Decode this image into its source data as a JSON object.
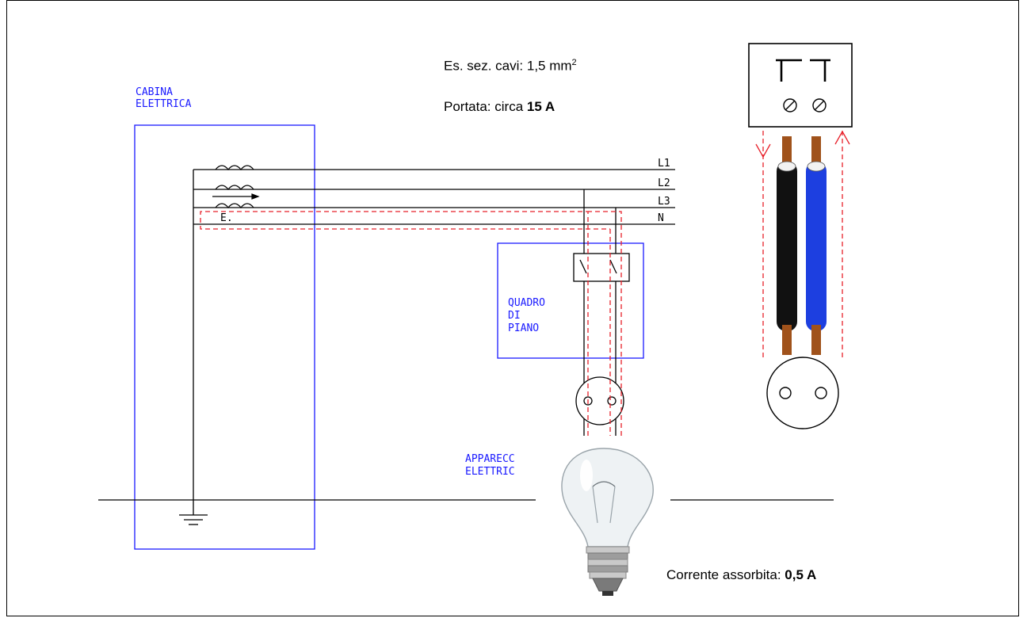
{
  "labels": {
    "cabina": [
      "CABINA",
      "ELETTRICA"
    ],
    "quadro": [
      "QUADRO",
      "DI",
      "PIANO"
    ],
    "apparecchio": [
      "APPARECC",
      "ELETTRIC"
    ],
    "lines": [
      "L1",
      "L2",
      "L3",
      "N"
    ],
    "earth_label": "E."
  },
  "notes": {
    "section_prefix": "Es. sez. cavi: 1,5 mm",
    "section_sup": "2",
    "portata_prefix": "Portata: circa ",
    "portata_value": "15 A",
    "corrente_prefix": "Corrente assorbita: ",
    "corrente_value": "0,5 A"
  },
  "colors": {
    "schematic_blue": "#1a1aff",
    "current_path_red": "#e8202a",
    "wire_black": "#111111",
    "wire_blue": "#1d3fe0",
    "copper": "#a0521b"
  }
}
